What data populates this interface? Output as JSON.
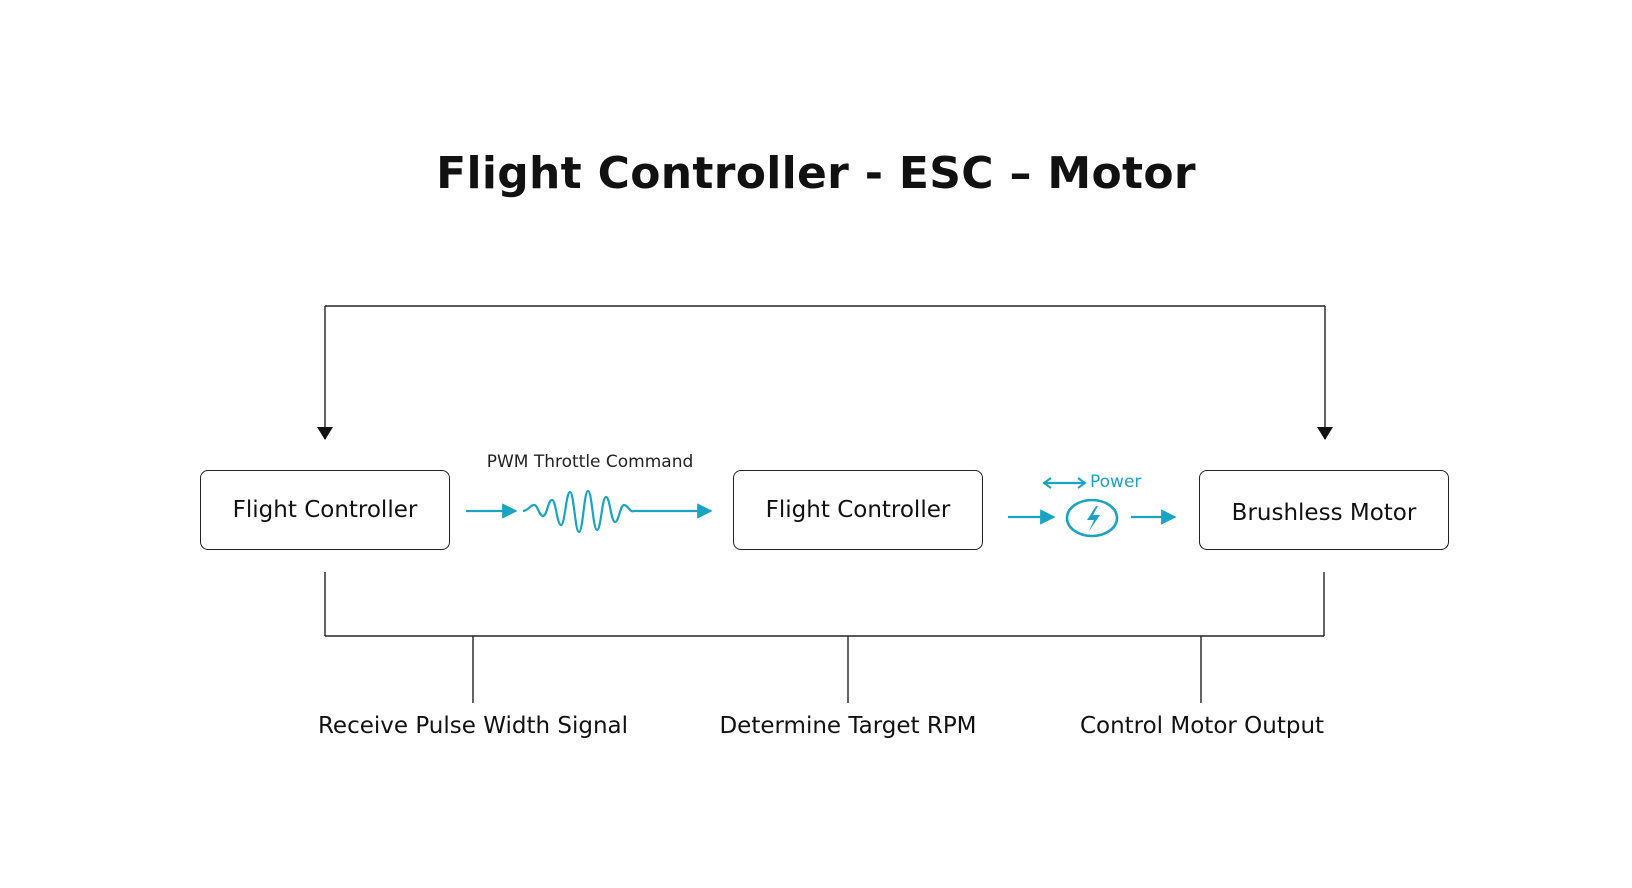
{
  "title": "Flight Controller - ESC – Motor",
  "colors": {
    "line": "#222222",
    "accent": "#1aa3c2"
  },
  "nodes": [
    {
      "label": "Flight Controller"
    },
    {
      "label": "Flight Controller"
    },
    {
      "label": "Brushless Motor"
    }
  ],
  "connectors": {
    "pwm": {
      "label": "PWM Throttle Command",
      "icon": "waveform-icon"
    },
    "power": {
      "label": "Power",
      "icon": "lightning-bolt-icon"
    }
  },
  "captions": [
    "Receive Pulse Width Signal",
    "Determine Target RPM",
    "Control Motor Output"
  ]
}
